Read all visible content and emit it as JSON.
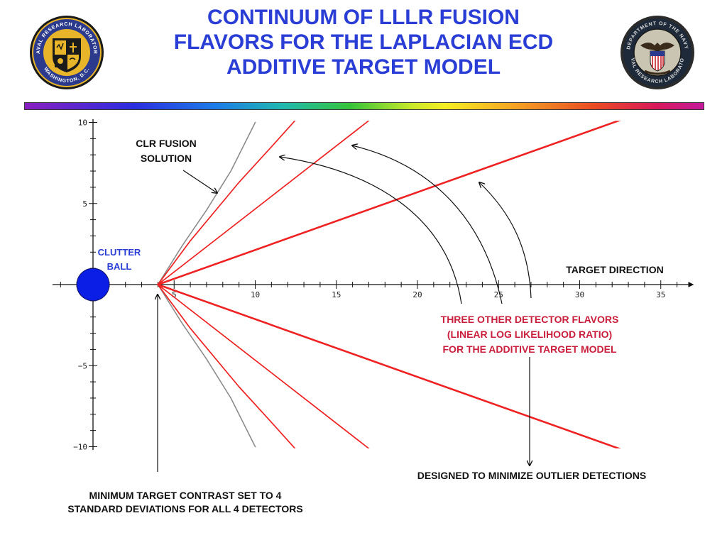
{
  "title": {
    "line1": "CONTINUUM OF LLLR FUSION",
    "line2": "FLAVORS FOR THE LAPLACIAN ECD",
    "line3": "ADDITIVE TARGET MODEL"
  },
  "logos": {
    "left": {
      "icon": "naval-research-laboratory-seal",
      "text_top": "NAVAL RESEARCH LABORATORY",
      "text_bottom": "WASHINGTON, D.C."
    },
    "right": {
      "icon": "department-of-the-navy-seal",
      "text_top": "DEPARTMENT OF THE NAVY",
      "text_bottom": "NAVAL RESEARCH LABORATORY"
    }
  },
  "colors": {
    "title": "#2a3ed6",
    "red_curves": "#ee2222",
    "clr_curve": "#8c8c8c",
    "clutter_ball": "#0a1ee6",
    "crimson_text": "#c81e3c"
  },
  "annotations": {
    "clr_fusion": [
      "CLR FUSION",
      "SOLUTION"
    ],
    "clutter_ball": [
      "CLUTTER",
      "BALL"
    ],
    "target_direction": "TARGET DIRECTION",
    "detector_flavors": [
      "THREE OTHER DETECTOR FLAVORS",
      "(LINEAR LOG LIKELIHOOD RATIO)",
      "FOR THE ADDITIVE TARGET MODEL"
    ],
    "designed_to_minimize": "DESIGNED TO MINIMIZE OUTLIER DETECTIONS",
    "minimum_target_contrast": [
      "MINIMUM TARGET CONTRAST SET TO 4",
      "STANDARD DEVIATIONS FOR ALL 4 DETECTORS"
    ]
  },
  "chart_data": {
    "type": "line",
    "title": "",
    "xlabel": "",
    "ylabel": "",
    "xlim": [
      -2.5,
      37
    ],
    "ylim": [
      -10,
      10
    ],
    "x_ticks": [
      5,
      10,
      15,
      20,
      25,
      30,
      35
    ],
    "y_ticks": [
      10,
      5,
      -5,
      -10
    ],
    "grid": false,
    "vertex": [
      4,
      0
    ],
    "clutter_ball": {
      "center": [
        0,
        0
      ],
      "radius": 1
    },
    "curves": [
      {
        "kind": "clr",
        "color": "gray",
        "points": [
          [
            4,
            0
          ],
          [
            5.5,
            2.4
          ],
          [
            7,
            4.6
          ],
          [
            8.5,
            7.0
          ],
          [
            10,
            10
          ]
        ]
      },
      {
        "kind": "llr",
        "color": "red",
        "points": [
          [
            4,
            0
          ],
          [
            6,
            2.7
          ],
          [
            9,
            6.3
          ],
          [
            11,
            8.5
          ],
          [
            12.8,
            10.5
          ]
        ]
      },
      {
        "kind": "llr",
        "color": "red",
        "points": [
          [
            4,
            0
          ],
          [
            17.5,
            10.5
          ]
        ]
      },
      {
        "kind": "llr",
        "color": "red",
        "points": [
          [
            4,
            0
          ],
          [
            33.5,
            10.5
          ]
        ]
      }
    ],
    "symmetric_about_x_axis": true
  }
}
